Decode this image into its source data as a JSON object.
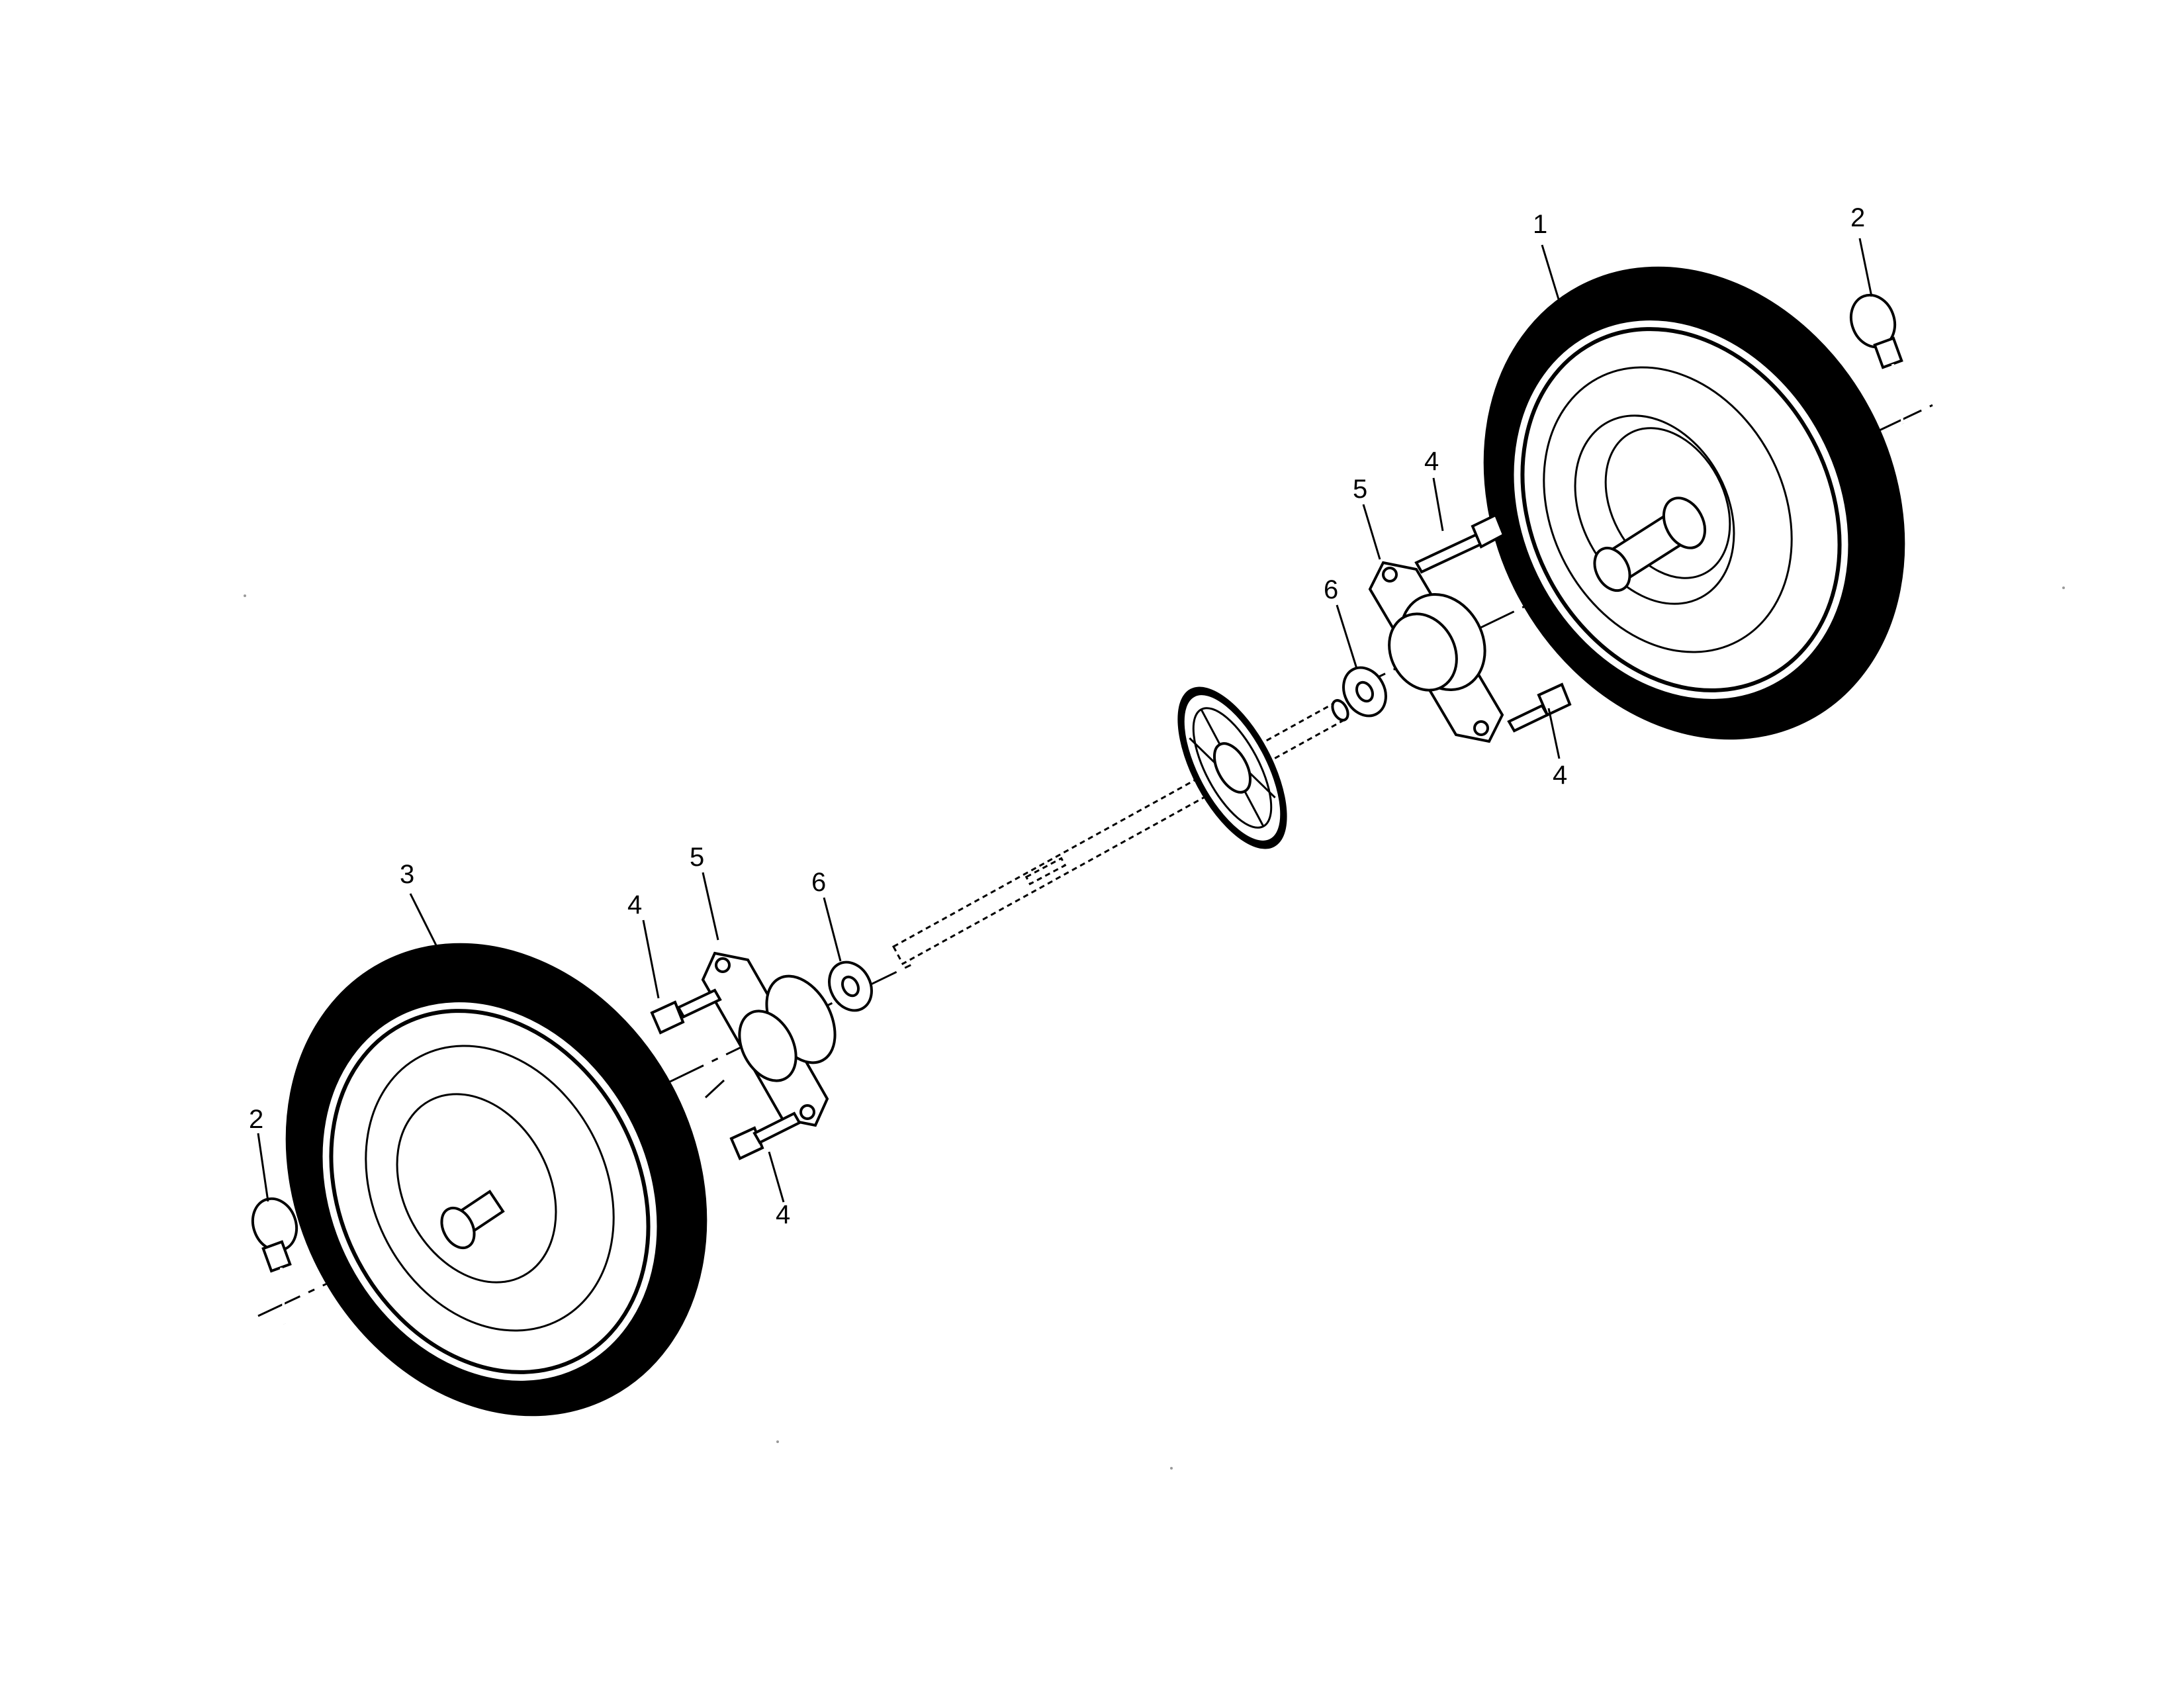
{
  "callouts": [
    {
      "id": "c1",
      "label": "1"
    },
    {
      "id": "c2a",
      "label": "2"
    },
    {
      "id": "c2b",
      "label": "2"
    },
    {
      "id": "c3",
      "label": "3"
    },
    {
      "id": "c4a",
      "label": "4"
    },
    {
      "id": "c4b",
      "label": "4"
    },
    {
      "id": "c4c",
      "label": "4"
    },
    {
      "id": "c4d",
      "label": "4"
    },
    {
      "id": "c5a",
      "label": "5"
    },
    {
      "id": "c5b",
      "label": "5"
    },
    {
      "id": "c6a",
      "label": "6"
    },
    {
      "id": "c6b",
      "label": "6"
    }
  ],
  "colors": {
    "line": "#000000",
    "background": "#ffffff"
  }
}
